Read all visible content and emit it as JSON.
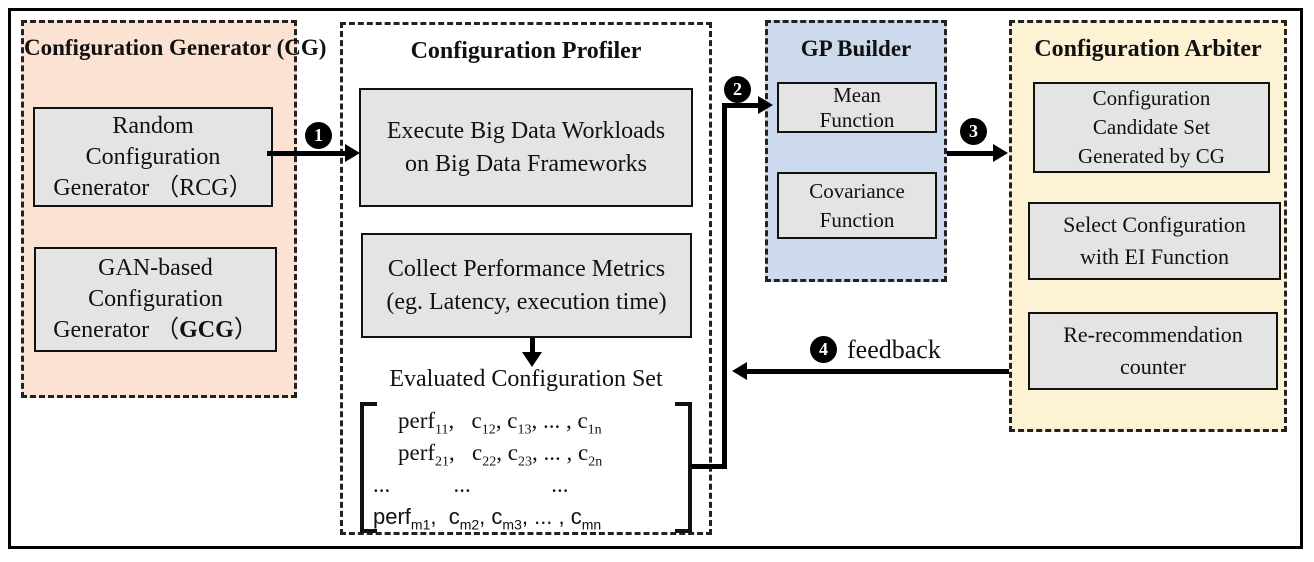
{
  "diagram": {
    "colors": {
      "cg_bg": "#fbe2d2",
      "gp_bg": "#cdd9ec",
      "arbiter_bg": "#fdf2d3",
      "box_bg": "#e4e4e4"
    },
    "panels": {
      "cg": {
        "title": [
          "Configuration Generator",
          "(CG)"
        ],
        "rcg_lines": [
          "Random",
          "Configuration",
          "Generator （RCG）"
        ],
        "gcg_lines": [
          "GAN-based",
          "Configuration"
        ],
        "gcg_line3_prefix": "Generator （",
        "gcg_line3_bold": "GCG",
        "gcg_line3_suffix": "）"
      },
      "profiler": {
        "title": "Configuration Profiler",
        "execute_lines": [
          "Execute Big Data Workloads",
          "on Big Data Frameworks"
        ],
        "collect_lines": [
          "Collect Performance Metrics",
          "(eg. Latency, execution time)"
        ],
        "evaluated_label": "Evaluated Configuration Set"
      },
      "gp": {
        "title": "GP Builder",
        "mean_lines": [
          "Mean",
          "Function"
        ],
        "covariance_lines": [
          "Covariance",
          "Function"
        ]
      },
      "arbiter": {
        "title": "Configuration Arbiter",
        "candidate_lines": [
          "Configuration",
          "Candidate Set",
          "Generated by CG"
        ],
        "select_lines": [
          "Select Configuration",
          "with EI Function"
        ],
        "counter_lines": [
          "Re-recommendation",
          "counter"
        ]
      }
    },
    "steps": {
      "s1": "1",
      "s2": "2",
      "s3": "3",
      "s4": "4"
    },
    "feedback_label": "feedback",
    "matrix": {
      "rows": [
        {
          "font": "serif",
          "segs": [
            {
              "t": "perf",
              "sub": "11"
            },
            {
              "t": ",   "
            },
            {
              "t": "c",
              "sub": "12"
            },
            {
              "t": ", "
            },
            {
              "t": "c",
              "sub": "13"
            },
            {
              "t": ", ... , "
            },
            {
              "t": "c",
              "sub": "1n"
            }
          ]
        },
        {
          "font": "serif",
          "segs": [
            {
              "t": "perf",
              "sub": "21"
            },
            {
              "t": ",   "
            },
            {
              "t": "c",
              "sub": "22"
            },
            {
              "t": ", "
            },
            {
              "t": "c",
              "sub": "23"
            },
            {
              "t": ", ... , "
            },
            {
              "t": "c",
              "sub": "2n"
            }
          ]
        },
        {
          "font": "serif",
          "segs": [
            {
              "t": "...           ...              ..."
            }
          ]
        },
        {
          "font": "sans",
          "segs": [
            {
              "t": "perf",
              "sub": "m1"
            },
            {
              "t": ",  "
            },
            {
              "t": "c",
              "sub": "m2"
            },
            {
              "t": ", "
            },
            {
              "t": "c",
              "sub": "m3"
            },
            {
              "t": ", ... , "
            },
            {
              "t": "c",
              "sub": "mn"
            }
          ]
        }
      ]
    }
  }
}
